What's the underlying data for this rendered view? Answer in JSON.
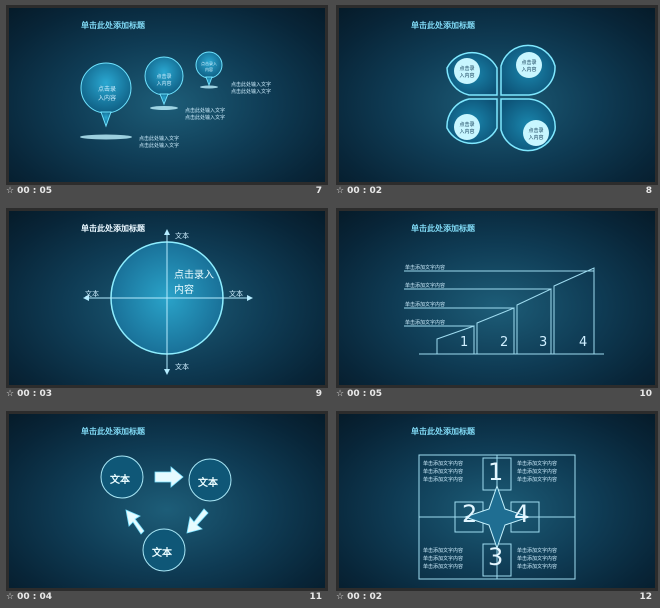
{
  "slides": [
    {
      "title": "单击此处添加标题",
      "time": "00 : 05",
      "number": "7",
      "circles": [
        "点击录入内容",
        "点击录入内容",
        "点击录入内容"
      ],
      "bullets": [
        "点击此处输入文字",
        "点击此处输入文字",
        "点击此处输入文字",
        "点击此处输入文字",
        "点击此处输入文字",
        "点击此处输入文字"
      ]
    },
    {
      "title": "单击此处添加标题",
      "time": "00 : 02",
      "number": "8",
      "petals": [
        "点击录入内容",
        "点击录入内容",
        "点击录入内容",
        "点击录入内容"
      ]
    },
    {
      "title": "单击此处添加标题",
      "time": "00 : 03",
      "number": "9",
      "center_text": "点击录入内容",
      "axis_labels": [
        "文本",
        "文本",
        "文本",
        "文本"
      ]
    },
    {
      "title": "单击此处添加标题",
      "time": "00 : 05",
      "number": "10",
      "rows": [
        "单击添加文字内容",
        "单击添加文字内容",
        "单击添加文字内容",
        "单击添加文字内容"
      ],
      "steps": [
        "1",
        "2",
        "3",
        "4"
      ]
    },
    {
      "title": "单击此处添加标题",
      "time": "00 : 04",
      "number": "11",
      "circles": [
        "文本",
        "文本",
        "文本"
      ]
    },
    {
      "title": "单击此处添加标题",
      "time": "00 : 02",
      "number": "12",
      "numbers": [
        "1",
        "2",
        "3",
        "4"
      ],
      "items": [
        "单击添加文字内容",
        "单击添加文字内容",
        "单击添加文字内容"
      ]
    }
  ],
  "colors": {
    "accent": "#7fd8f3",
    "glow": "#3fd6ff",
    "background": "#4b4b4b"
  }
}
